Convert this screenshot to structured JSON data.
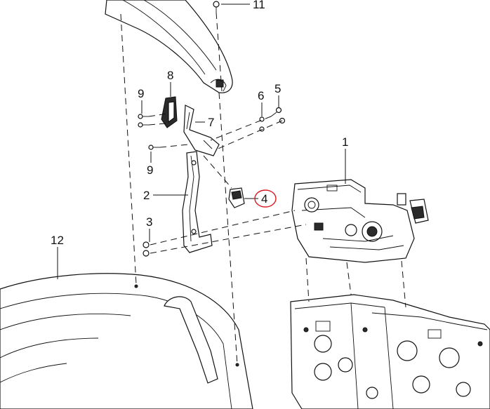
{
  "diagram": {
    "callouts": [
      {
        "id": "c1",
        "label": "1"
      },
      {
        "id": "c2",
        "label": "2"
      },
      {
        "id": "c3",
        "label": "3"
      },
      {
        "id": "c4",
        "label": "4",
        "highlighted": true
      },
      {
        "id": "c5",
        "label": "5"
      },
      {
        "id": "c6",
        "label": "6"
      },
      {
        "id": "c7",
        "label": "7"
      },
      {
        "id": "c8",
        "label": "8"
      },
      {
        "id": "c9a",
        "label": "9"
      },
      {
        "id": "c9b",
        "label": "9"
      },
      {
        "id": "c11",
        "label": "11"
      },
      {
        "id": "c12",
        "label": "12"
      }
    ],
    "highlight_color": "#d71920",
    "line_color": "#111111"
  }
}
